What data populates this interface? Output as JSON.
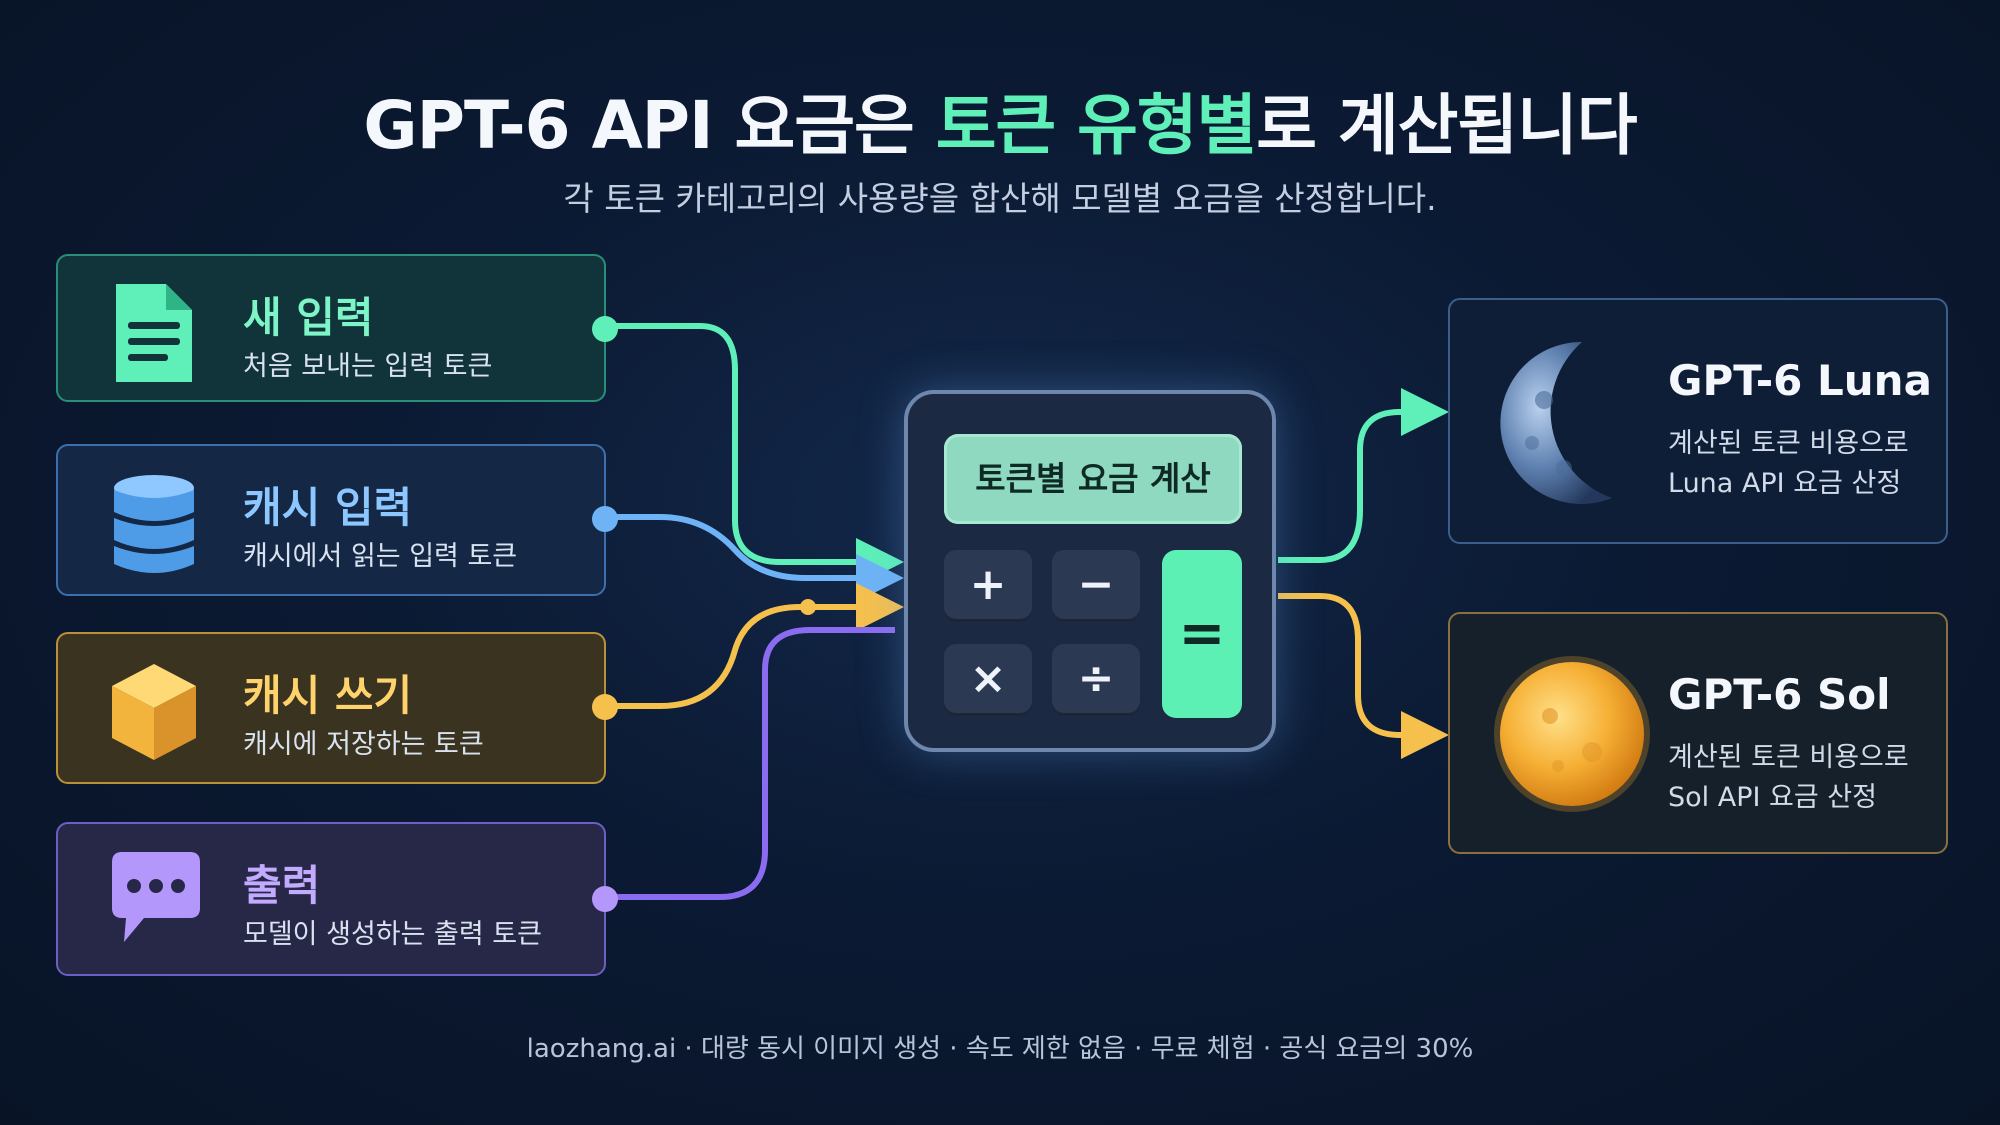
{
  "header": {
    "title_pre": "GPT-6 API 요금은 ",
    "title_highlight": "토큰 유형별",
    "title_post": "로 계산됩니다",
    "subtitle": "각 토큰 카테고리의 사용량을 합산해 모델별 요금을 산정합니다."
  },
  "token_types": [
    {
      "title": "새 입력",
      "desc": "처음 보내는 입력 토큰",
      "color": "#5ef0b8",
      "icon": "document-icon"
    },
    {
      "title": "캐시 입력",
      "desc": "캐시에서 읽는 입력 토큰",
      "color": "#6db3f5",
      "icon": "database-icon"
    },
    {
      "title": "캐시 쓰기",
      "desc": "캐시에 저장하는 토큰",
      "color": "#f6c04d",
      "icon": "box-icon"
    },
    {
      "title": "출력",
      "desc": "모델이 생성하는 출력 토큰",
      "color": "#a78bfa",
      "icon": "chat-bubble-icon"
    }
  ],
  "calculator": {
    "screen_label": "토큰별 요금 계산",
    "keys": [
      "+",
      "−",
      "×",
      "÷"
    ],
    "equals": "="
  },
  "models": [
    {
      "name": "GPT-6 Luna",
      "desc_line1": "계산된 토큰 비용으로",
      "desc_line2": "Luna API 요금 산정",
      "icon": "moon-icon",
      "color": "#5ef0b8"
    },
    {
      "name": "GPT-6 Sol",
      "desc_line1": "계산된 토큰 비용으로",
      "desc_line2": "Sol API 요금 산정",
      "icon": "sun-icon",
      "color": "#f6c04d"
    }
  ],
  "footer": "laozhang.ai · 대량 동시 이미지 생성 · 속도 제한 없음 · 무료 체험 · 공식 요금의 30%"
}
